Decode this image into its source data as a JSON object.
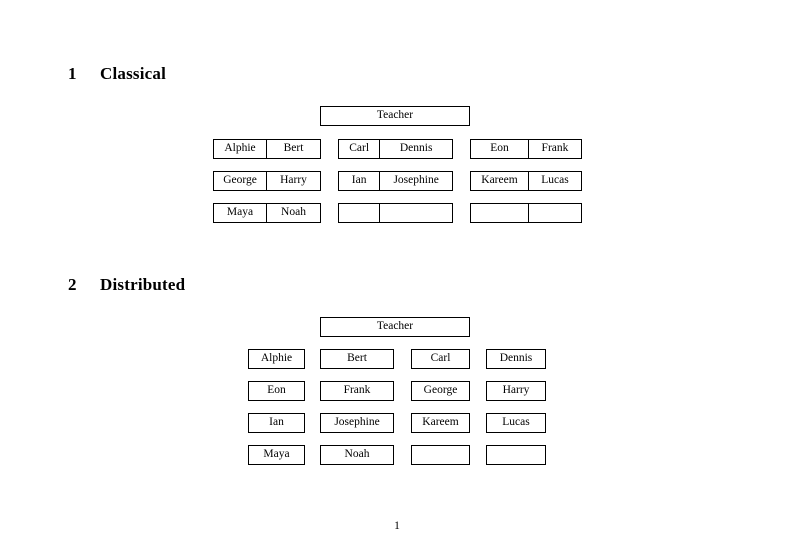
{
  "document": {
    "page_number": "1",
    "teacher_label": "Teacher"
  },
  "sections": [
    {
      "number": "1",
      "title": "Classical",
      "teacher": "Teacher",
      "layout": "three-groups-of-paired-cells",
      "groups": [
        {
          "name": "group-left",
          "rows": [
            [
              "Alphie",
              "Bert"
            ],
            [
              "George",
              "Harry"
            ],
            [
              "Maya",
              "Noah"
            ]
          ]
        },
        {
          "name": "group-middle",
          "rows": [
            [
              "Carl",
              "Dennis"
            ],
            [
              "Ian",
              "Josephine"
            ],
            [
              "",
              ""
            ]
          ]
        },
        {
          "name": "group-right",
          "rows": [
            [
              "Eon",
              "Frank"
            ],
            [
              "Kareem",
              "Lucas"
            ],
            [
              "",
              ""
            ]
          ]
        }
      ]
    },
    {
      "number": "2",
      "title": "Distributed",
      "teacher": "Teacher",
      "layout": "four-columns-of-single-cells",
      "grid": [
        [
          "Alphie",
          "Bert",
          "Carl",
          "Dennis"
        ],
        [
          "Eon",
          "Frank",
          "George",
          "Harry"
        ],
        [
          "Ian",
          "Josephine",
          "Kareem",
          "Lucas"
        ],
        [
          "Maya",
          "Noah",
          "",
          ""
        ]
      ]
    }
  ],
  "colors": {
    "page_background": "#ffffff",
    "text": "#000000",
    "box_border": "#000000"
  }
}
